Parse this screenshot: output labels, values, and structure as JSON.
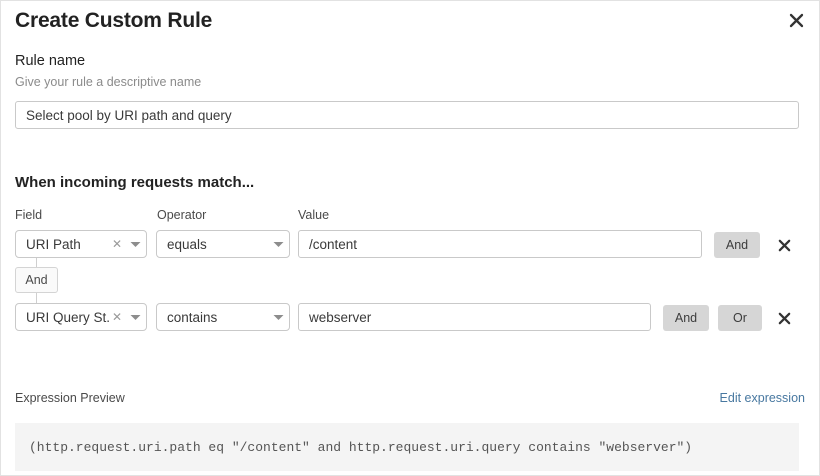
{
  "dialog": {
    "title": "Create Custom Rule",
    "close_icon": "close-icon"
  },
  "rule_name": {
    "label": "Rule name",
    "help": "Give your rule a descriptive name",
    "value": "Select pool by URI path and query",
    "placeholder": ""
  },
  "match_section": {
    "heading": "When incoming requests match...",
    "columns": {
      "field": "Field",
      "operator": "Operator",
      "value": "Value"
    },
    "rows": [
      {
        "field": "URI Path",
        "operator": "equals",
        "value": "/content",
        "clear_icon": "clear-x-icon",
        "caret_icon": "chevron-down-icon",
        "delete_icon": "close-icon",
        "logic_buttons": [
          "And"
        ]
      },
      {
        "field": "URI Query St...",
        "operator": "contains",
        "value": "webserver",
        "clear_icon": "clear-x-icon",
        "caret_icon": "chevron-down-icon",
        "delete_icon": "close-icon",
        "logic_buttons": [
          "And",
          "Or"
        ]
      }
    ],
    "connector": "And"
  },
  "expression_preview": {
    "label": "Expression Preview",
    "edit_link": "Edit expression",
    "expression": "(http.request.uri.path eq \"/content\" and http.request.uri.query contains \"webserver\")"
  },
  "colors": {
    "link": "#4878a0",
    "logic_button_bg": "#d6d6d6",
    "code_bg": "#f4f4f4",
    "border": "#c9c9c9"
  }
}
